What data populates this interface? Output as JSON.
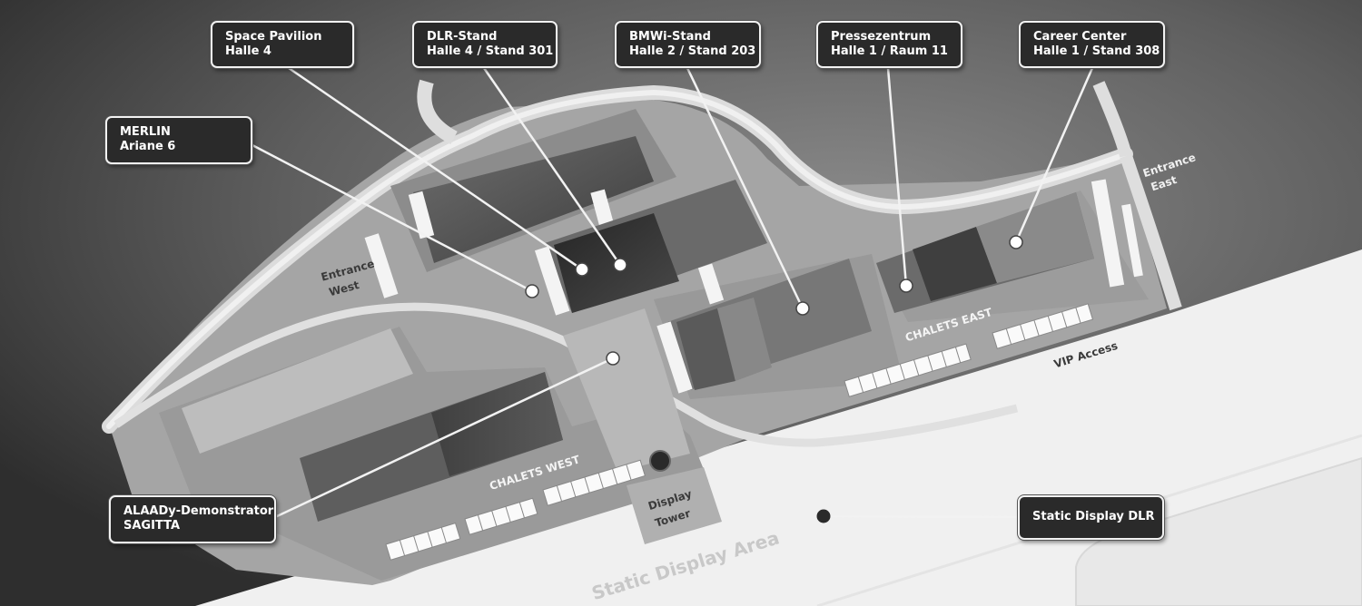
{
  "colors": {
    "background_dark": "#3a3a3a",
    "ground": "#a4a4a4",
    "road": "#e2e2e2",
    "apron": "#f2f2f2",
    "callout_fill": "#2a2a2a",
    "callout_border": "#f2f2f2"
  },
  "map_labels": {
    "entrance_west_1": "Entrance",
    "entrance_west_2": "West",
    "entrance_east_1": "Entrance",
    "entrance_east_2": "East",
    "chalets_west": "CHALETS WEST",
    "chalets_east": "CHALETS EAST",
    "vip_access": "VIP Access",
    "display_tower_1": "Display",
    "display_tower_2": "Tower",
    "static_display_area": "Static Display Area"
  },
  "callouts": [
    {
      "id": "space-pavilion",
      "line1": "Space Pavilion",
      "line2": "Halle 4"
    },
    {
      "id": "dlr-stand",
      "line1": "DLR-Stand",
      "line2": "Halle 4 / Stand 301"
    },
    {
      "id": "bmwi-stand",
      "line1": "BMWi-Stand",
      "line2": "Halle 2 / Stand 203"
    },
    {
      "id": "pressezentrum",
      "line1": "Pressezentrum",
      "line2": "Halle 1 / Raum 11"
    },
    {
      "id": "career-center",
      "line1": "Career Center",
      "line2": "Halle 1 / Stand 308"
    },
    {
      "id": "merlin",
      "line1": "MERLIN",
      "line2": "Ariane 6"
    },
    {
      "id": "alaady",
      "line1": "ALAADy-Demonstrator",
      "line2": "SAGITTA"
    },
    {
      "id": "static-display-dlr",
      "line1": "Static Display DLR",
      "line2": ""
    }
  ]
}
